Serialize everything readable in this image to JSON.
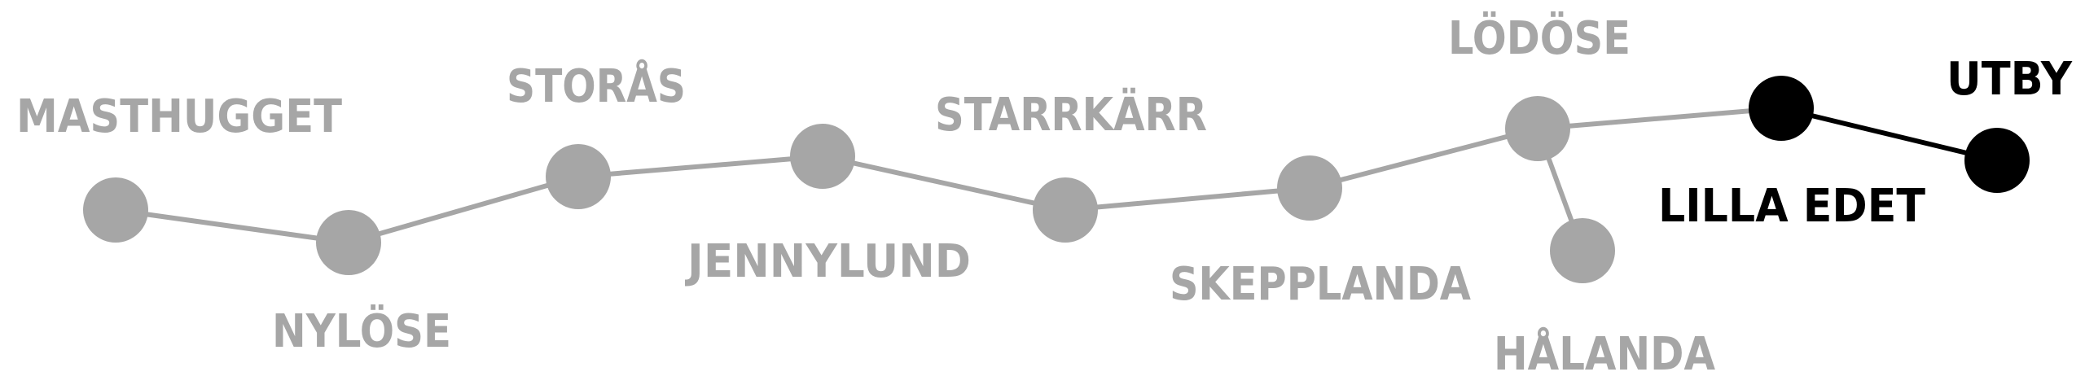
{
  "colors": {
    "inactive": "#a6a6a6",
    "active": "#000000"
  },
  "stations": {
    "masthugget": "MASTHUGGET",
    "nylose": "NYLÖSE",
    "storas": "STORÅS",
    "jennylund": "JENNYLUND",
    "starrkarr": "STARRKÄRR",
    "skepplanda": "SKEPPLANDA",
    "lodose": "LÖDÖSE",
    "halanda": "HÅLANDA",
    "lilla_edet": "LILLA EDET",
    "utby": "UTBY"
  }
}
